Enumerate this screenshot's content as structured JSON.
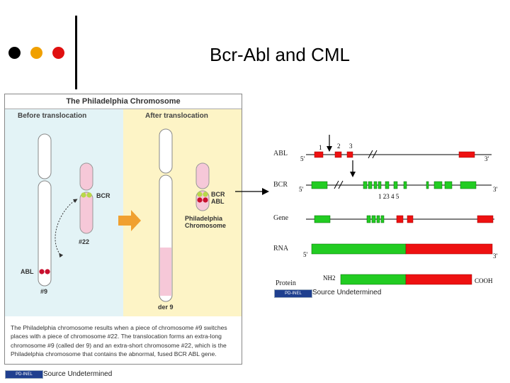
{
  "slide": {
    "title": "Bcr-Abl and CML",
    "bullet_colors": [
      "#000000",
      "#f0a000",
      "#e01010"
    ]
  },
  "panel": {
    "title": "The Philadelphia Chromosome",
    "before_label": "Before translocation",
    "after_label": "After translocation",
    "labels": {
      "bcr": "BCR",
      "chr22": "#22",
      "abl": "ABL",
      "chr9": "#9",
      "bcr_abl": [
        "BCR",
        "ABL"
      ],
      "phila": [
        "Philadelphia",
        "Chromosome"
      ],
      "der9": "der 9"
    },
    "description": "The Philadelphia chromosome results when a piece of chromosome #9 switches places with a piece of chromosome #22. The translocation forms an extra-long chromosome #9 (called der 9) and an extra-short chromosome #22, which is the Philadelphia chromosome that contains the abnormal, fused BCR ABL gene.",
    "colors": {
      "before_bg": "#e3f3f6",
      "after_bg": "#fdf4c6",
      "chromosome_pink": "#f6c8d8",
      "bcr_green": "#b8d84a",
      "abl_red": "#c8102e",
      "arrow_orange": "#f0a030"
    }
  },
  "gene_diagram": {
    "rows": {
      "abl": "ABL",
      "bcr": "BCR",
      "gene": "Gene",
      "rna": "RNA",
      "protein": "Protein"
    },
    "five_prime": "5'",
    "three_prime": "3'",
    "abl_exon_numbers": [
      "1",
      "2",
      "3"
    ],
    "bcr_exon_numbers": "1 23 4 5",
    "nh2": "NH2",
    "cooh": "COOH",
    "colors": {
      "bcr": "#22cc22",
      "abl": "#ee1111"
    }
  },
  "attribution": {
    "badge": "PD-INEL",
    "source_text": "Source Undetermined"
  }
}
